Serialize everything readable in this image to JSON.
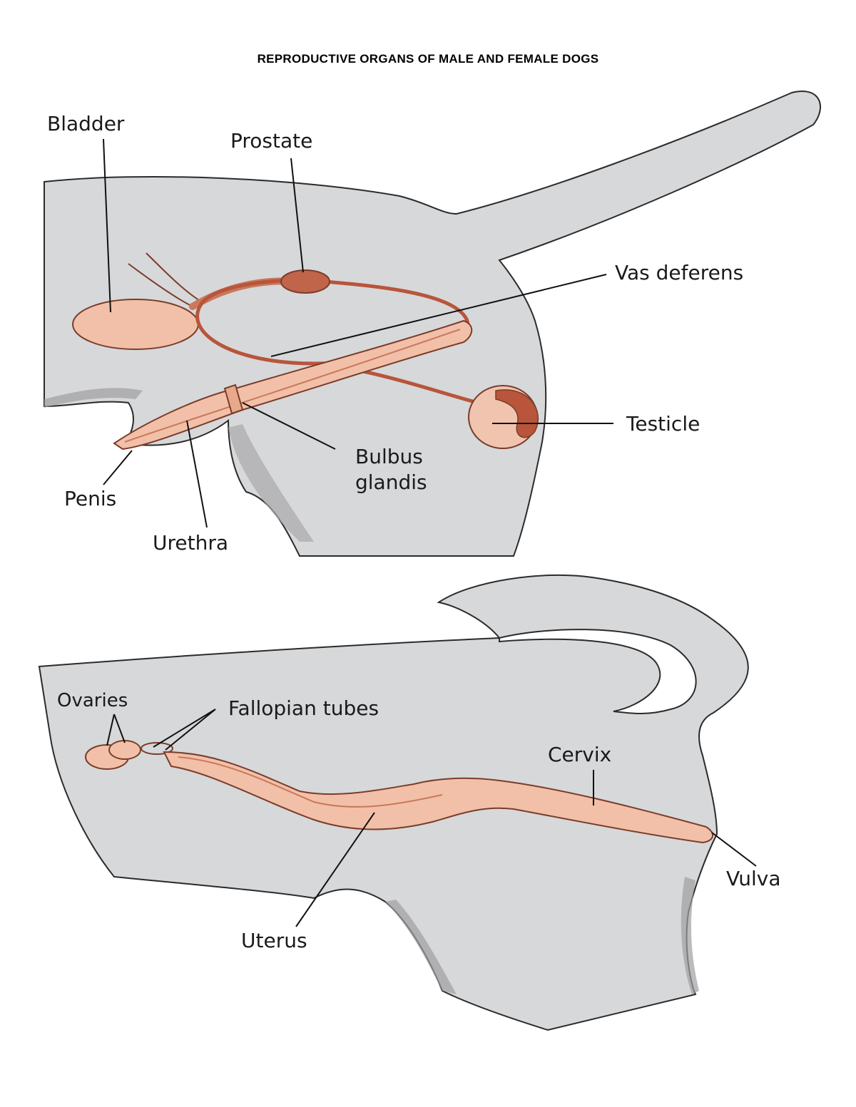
{
  "title": "REPRODUCTIVE ORGANS OF MALE AND FEMALE DOGS",
  "colors": {
    "body": "#d7d8da",
    "outline": "#2b2b2b",
    "organ": "#f2c0a8",
    "organ_dark": "#c9785c",
    "gland": "#b8553a"
  },
  "male": {
    "labels": {
      "bladder": "Bladder",
      "prostate": "Prostate",
      "vas_deferens": "Vas deferens",
      "testicle": "Testicle",
      "bulbus_line1": "Bulbus",
      "bulbus_line2": "glandis",
      "penis": "Penis",
      "urethra": "Urethra"
    }
  },
  "female": {
    "labels": {
      "ovaries": "Ovaries",
      "fallopian_tubes": "Fallopian tubes",
      "cervix": "Cervix",
      "vulva": "Vulva",
      "uterus": "Uterus"
    }
  }
}
